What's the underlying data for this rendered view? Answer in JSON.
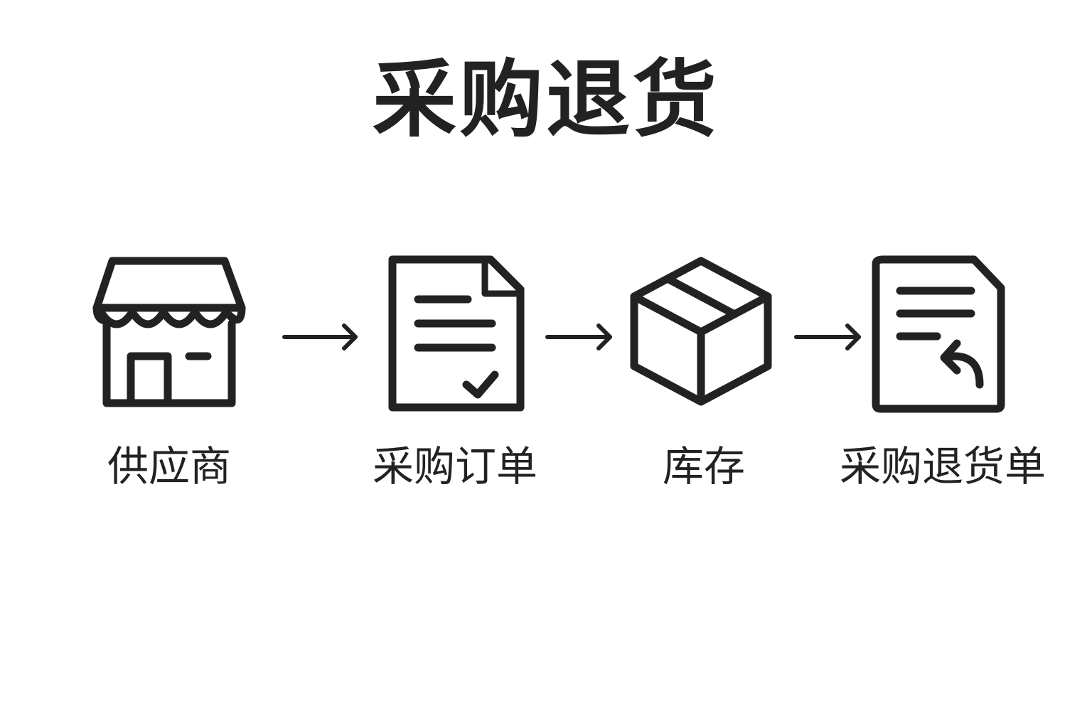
{
  "title": "采购退货",
  "steps": [
    {
      "label": "供应商",
      "icon": "storefront-icon"
    },
    {
      "label": "采购订单",
      "icon": "document-check-icon"
    },
    {
      "label": "库存",
      "icon": "box-icon"
    },
    {
      "label": "采购退货单",
      "icon": "document-return-icon"
    }
  ],
  "colors": {
    "stroke": "#222222",
    "background": "#ffffff"
  }
}
